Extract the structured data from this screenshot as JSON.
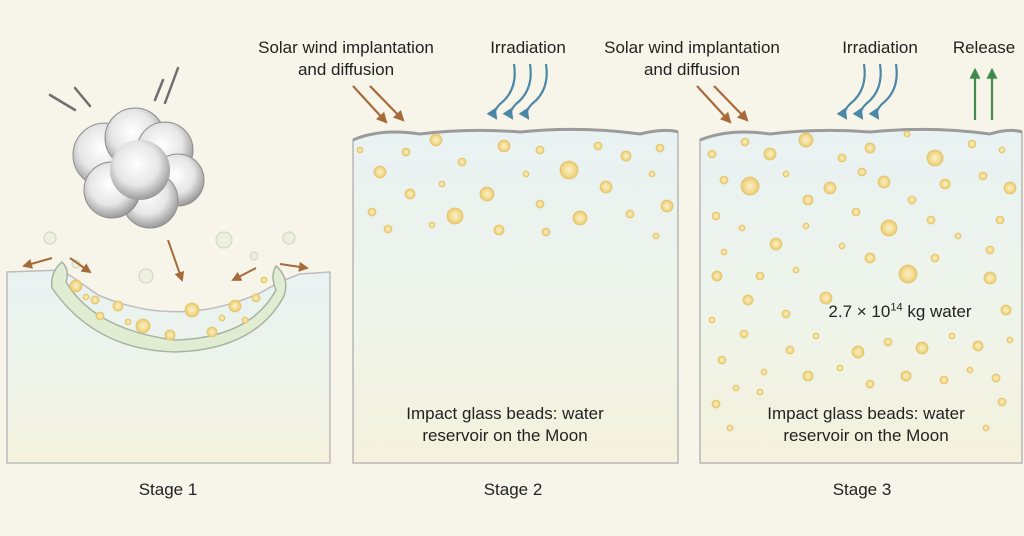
{
  "stage1": {
    "title": "Stage 1"
  },
  "stage2": {
    "title": "Stage 2",
    "solar_wind_line1": "Solar wind implantation",
    "solar_wind_line2": "and diffusion",
    "irradiation": "Irradiation",
    "caption_line1": "Impact glass beads: water",
    "caption_line2": "reservoir on the Moon"
  },
  "stage3": {
    "title": "Stage 3",
    "solar_wind_line1": "Solar wind implantation",
    "solar_wind_line2": "and diffusion",
    "irradiation": "Irradiation",
    "release": "Release",
    "amount_prefix": "2.7 × 10",
    "amount_exponent": "14",
    "amount_suffix": " kg water",
    "caption_line1": "Impact glass beads: water",
    "caption_line2": "reservoir on the Moon"
  },
  "colors": {
    "background": "#f7f5e9",
    "solar_wind_arrow": "#a86a3a",
    "irradiation_arrow": "#4d87a8",
    "release_arrow": "#3f8a4c",
    "bead": "#f2d98a",
    "impact_cloud": "#c9c9c9"
  }
}
